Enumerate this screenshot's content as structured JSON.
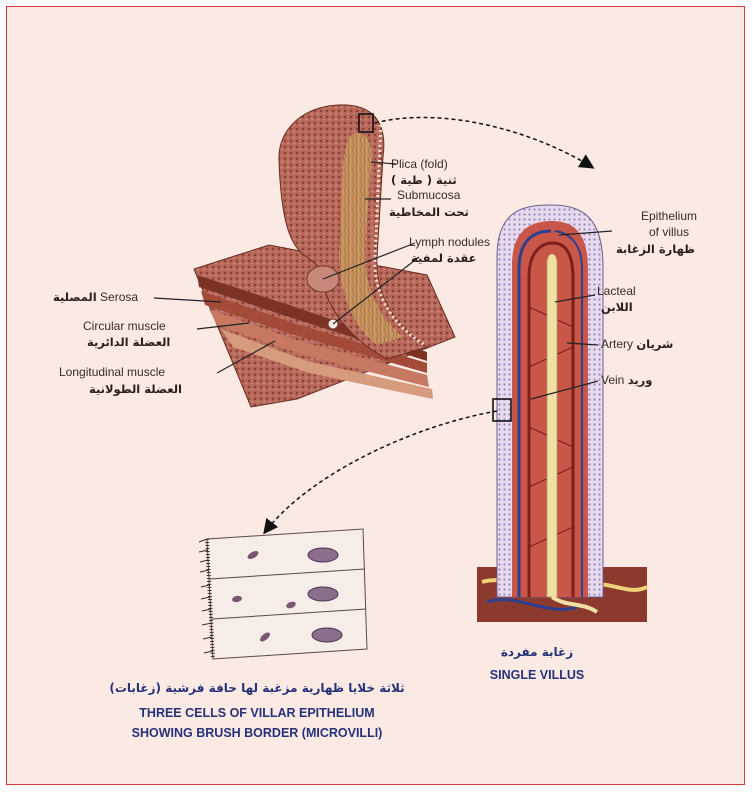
{
  "labels": {
    "plica_en": "Plica (fold)",
    "plica_ar": "ثنية ( طية )",
    "submucosa_en": "Submucosa",
    "submucosa_ar": "تحت المخاطية",
    "lymph_en": "Lymph nodules",
    "lymph_ar": "عقدة لمفية",
    "serosa_en": "Serosa",
    "serosa_ar": "المصلية",
    "circular_en": "Circular muscle",
    "circular_ar": "العضلة الدائرية",
    "longitudinal_en": "Longitudinal muscle",
    "longitudinal_ar": "العضلة الطولانية",
    "epithelium_en_1": "Epithelium",
    "epithelium_en_2": "of villus",
    "epithelium_ar": "ظهارة الزغابة",
    "lacteal_en": "Lacteal",
    "lacteal_ar": "اللابن",
    "artery_en": "Artery",
    "artery_ar": "شريان",
    "vein_en": "Vein",
    "vein_ar": "وريد"
  },
  "captions": {
    "cells_ar": "ثلاثة خلايا ظهارية مزغبة لها حافة فرشية (زغابات)",
    "cells_en_1": "THREE CELLS OF VILLAR EPITHELIUM",
    "cells_en_2": "SHOWING BRUSH BORDER (MICROVILLI)",
    "villus_ar": "زغابة مفردة",
    "villus_en": "SINGLE VILLUS"
  },
  "colors": {
    "frame": "#e23b3b",
    "background": "#fbeae4",
    "tissue": "#b86a58",
    "submucosa": "#c99a63",
    "artery": "#a8332b",
    "vein": "#2e3f8f",
    "lacteal": "#f0e0a6",
    "caption": "#26317a"
  }
}
